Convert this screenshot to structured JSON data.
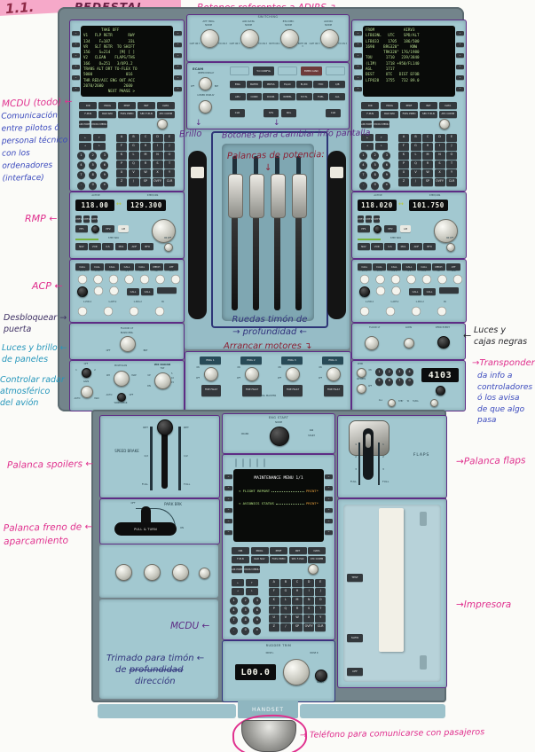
{
  "page": {
    "corner_number": "1.1.",
    "title": "PEDESTAL"
  },
  "annotations": {
    "adirs": "Botones referentes a ADIRS ↴",
    "mcdu_todo": "MCDU (todo) ←",
    "mcdu_note": [
      "Comunicación",
      "entre pilotos ó",
      "personal técnico",
      "con los",
      "ordenadores",
      "(interface)"
    ],
    "rmp": "RMP ←",
    "acp": "ACP ←",
    "door": [
      "Desbloquear →",
      "puerta"
    ],
    "lights": [
      "Luces y brillo ←",
      "de paneles"
    ],
    "radar": [
      "Controlar radar",
      "atmosférico",
      "del avión"
    ],
    "spoilers": "Palanca spoilers ←",
    "parking": [
      "Palanca freno de ←",
      "aparcamiento"
    ],
    "trim_rudder": {
      "line1": "Trimado para timón ←",
      "line2_prefix": "de ",
      "line2_struck": "profundidad",
      "line3": "dirección"
    },
    "mcdu_bottom": "MCDU ←",
    "brightness": "Brillo",
    "display_buttons": "Botones para cambiar info pantalla",
    "thrust": "Palancas de potencia:",
    "pitch_trim": [
      "Ruedas timón de",
      "→ profundidad ←"
    ],
    "engine_start": "Arrancar motores ↴",
    "black_boxes": [
      "Luces y",
      "cajas negras"
    ],
    "black_boxes_arrow": "←",
    "transponder_title": "→Transponder:",
    "transponder_note": [
      "da info a",
      "controladores",
      "ó los avisa",
      "de que algo",
      "pasa"
    ],
    "flaps": "→Palanca flaps",
    "printer": "→Impresora",
    "handset_note": "→ Teléfono para comunicarse con pasajeros",
    "arrow_down": "↓"
  },
  "mcdu_shared": {
    "function_keys": [
      "DIR",
      "PROG",
      "PERF",
      "INIT",
      "DATA",
      "F-PLN",
      "RAD NAV",
      "FUEL PRED",
      "SEC F-PLN",
      "ATC COMM"
    ],
    "function_keys2": [
      "AIR PORT",
      "MCDU MENU"
    ],
    "arrow_keys": [
      "←",
      "↑",
      "→",
      "↓"
    ],
    "digit_keys": [
      "1",
      "2",
      "3",
      "4",
      "5",
      "6",
      "7",
      "8",
      "9",
      ".",
      "0",
      "±"
    ],
    "letter_keys": [
      "A",
      "B",
      "C",
      "D",
      "E",
      "F",
      "G",
      "H",
      "I",
      "J",
      "K",
      "L",
      "M",
      "N",
      "O",
      "P",
      "Q",
      "R",
      "S",
      "T",
      "U",
      "V",
      "W",
      "X",
      "Y",
      "Z",
      "/",
      "SP",
      "OVFY",
      "CLR"
    ],
    "lsk": [
      "–",
      "–",
      "–",
      "–",
      "–",
      "–"
    ],
    "top_keys": [
      "",
      "",
      "",
      "",
      ""
    ]
  },
  "mcdu_left": {
    "lines": [
      "        TAKE OFF",
      "V1   FLP RETR       RWY",
      "134    F=187        33L",
      "VR   SLT RETR  TO SHIFT",
      "156    S=214    [M] [ ]",
      "V2   CLEAN    FLAPS/THS",
      "166    O=251   3/UP3.2",
      "TRANS ALT DRT TO-FLEX TO",
      "5000               016",
      "THR RED/ACC ENG OUT ACC",
      "2070/2600         2600",
      "           NEXT PHASE >"
    ]
  },
  "mcdu_right": {
    "lines": [
      "FROM             AIRV3",
      "LFBO3NL   UTC    SPD/ALT",
      "LFBO33    1705   186/500",
      "1690    BRG320°     KNW",
      "        TRK320° 176/1980",
      "TOU      1710   239/3840",
      "(LIM)    1718 +950/FL140",
      "AGL      1717",
      "DEST     UTC   DIST EFOB",
      "LFPO28   1755   732 89.0"
    ]
  },
  "switching": {
    "title": "SWITCHING",
    "knobs": [
      {
        "name": "ATT HDG",
        "left": "CAPT ON 3",
        "mid": "NORM",
        "right": "F/O ON 3"
      },
      {
        "name": "AIR DATA",
        "left": "CAPT ON 3",
        "mid": "NORM",
        "right": "F/O ON 3"
      },
      {
        "name": "EIS DMC",
        "left": "BOTH ON 1",
        "mid": "NORM",
        "right": "BOTH ON 3"
      },
      {
        "name": "AUDIO",
        "left": "CAPT ON 3",
        "mid": "NORM",
        "right": "F/O ON 3"
      }
    ]
  },
  "ecam": {
    "label": "ECAM",
    "upper": "UPPER DISPLAY",
    "lower": "LOWER DISPLAY",
    "off": "OFF",
    "brt": "BRT",
    "to_config": "T.O CONFIG",
    "emer_canc": "EMER CANC",
    "row1": [
      "ENG",
      "BLEED",
      "PRESS",
      "EL/AC",
      "EL/DC",
      "HYD",
      "C/B"
    ],
    "row2": [
      "APU",
      "COND",
      "DOOR",
      "WHEEL",
      "F/CTL",
      "FUEL",
      "ALL"
    ],
    "clr": "CLR",
    "sts": "STS",
    "rcl": "RCL"
  },
  "rmp_left": {
    "active_label": "ACTIVE",
    "stby_label": "STBY/CRS",
    "active": "118.00",
    "stby": "129.300",
    "arrow": "↔",
    "keys": [
      "VHF1",
      "VHF2",
      "VHF3"
    ],
    "hf1": "HF1",
    "hf2": "HF2",
    "am": "AM",
    "stby_nav": "STBY NAV",
    "nav_keys": [
      "NAV",
      "VOR",
      "ILS",
      "MLS",
      "ADF",
      "BFO"
    ],
    "onoff": "ON OFF"
  },
  "rmp_right": {
    "active_label": "ACTIVE",
    "stby_label": "STBY/CRS",
    "active": "118.020",
    "stby": "101.750",
    "arrow": "↔",
    "keys": [
      "VHF1",
      "VHF2",
      "VHF3"
    ],
    "hf1": "HF1",
    "hf2": "HF2",
    "am": "AM",
    "stby_nav": "STBY NAV",
    "nav_keys": [
      "NAV",
      "VOR",
      "ILS",
      "MLS",
      "ADF",
      "BFO"
    ],
    "onoff": "ON OFF"
  },
  "acp": {
    "call_keys": [
      "CALL",
      "CALL",
      "CALL",
      "CALL",
      "CALL",
      "MECH",
      "ATT"
    ],
    "channels": [
      "VHF1",
      "VHF2",
      "VHF3",
      "HF1",
      "HF2",
      "INT",
      "CAB"
    ],
    "mid_key1": "CALL",
    "mid_key2": "CALL",
    "int_label": "INT",
    "bottom_labels": [
      "1-VOR-2",
      "1-ADF-2",
      "1-MLS-2",
      "PA"
    ]
  },
  "flood_left": {
    "title": "FLOOD LT",
    "subtitle": "MAIN PNL",
    "off": "OFF",
    "brt": "BRT"
  },
  "flood_right": {
    "labels": [
      "FLOOD LT",
      "ACMS",
      "DFDR EVENT"
    ]
  },
  "wx": {
    "title": "WX RADAR",
    "sys_left": "1",
    "sys_off": "OFF",
    "sys_right": "2",
    "gain": "GAIN",
    "auto": "AUTO",
    "max": "MAX",
    "multiscan": "MULTISCAN",
    "wx": "WX",
    "map": "MAP",
    "windshear": "WINDSHEAR",
    "ws_auto": "AUTO",
    "ws_off": "OFF",
    "tilt": "TILT",
    "up": "UP",
    "dn": "DN",
    "marks": [
      "5",
      "10",
      "15"
    ]
  },
  "engines": {
    "master": "ENG MASTER",
    "on": "ON",
    "off": "OFF",
    "fire_fault": "FIRE FAULT",
    "items": [
      "ENG 1",
      "ENG 2",
      "ENG 3",
      "ENG 4"
    ]
  },
  "xpdr": {
    "display": "4103",
    "ident": "IDENT",
    "keys": [
      "1",
      "2",
      "3",
      "4",
      "5",
      "6",
      "7",
      "0"
    ],
    "alt_rptg": "ALT RPTG",
    "on": "ON",
    "off": "OFF",
    "modes": [
      "STBY",
      "TA",
      "TA/RA"
    ],
    "all": "ALL",
    "xpdr": "XPDR"
  },
  "eng_start": {
    "title": "ENG START",
    "crank": "CRANK",
    "norm": "NORM",
    "ign": "IGN",
    "start": "START"
  },
  "speed_brake": {
    "title": "SPEED BRAKE",
    "marks": [
      "RET",
      "1/2",
      "FULL"
    ]
  },
  "park_brake": {
    "title": "PARK BRK",
    "off": "OFF",
    "on": "ON",
    "handle": "PULL & TURN"
  },
  "flaps_panel": {
    "title": "FLAPS",
    "marks": [
      "1",
      "2",
      "3",
      "FULL"
    ]
  },
  "mcdu3": {
    "screen_title": "MAINTENANCE MENU 1/1",
    "items": [
      {
        "l": "< FLIGHT REPORT",
        "r": "PRINT*"
      },
      {
        "l": "< AVIONICS STATUS",
        "r": "PRINT*"
      }
    ]
  },
  "rudder_trim": {
    "title": "RUDDER TRIM",
    "display": "L00.0",
    "nose_l": "NOSE L",
    "nose_r": "NOSE R",
    "reset": "RESET"
  },
  "printer_panel": {
    "buttons": [
      "TEST",
      "SLEW",
      "OFF"
    ]
  },
  "handset": {
    "label": "HANDSET"
  }
}
